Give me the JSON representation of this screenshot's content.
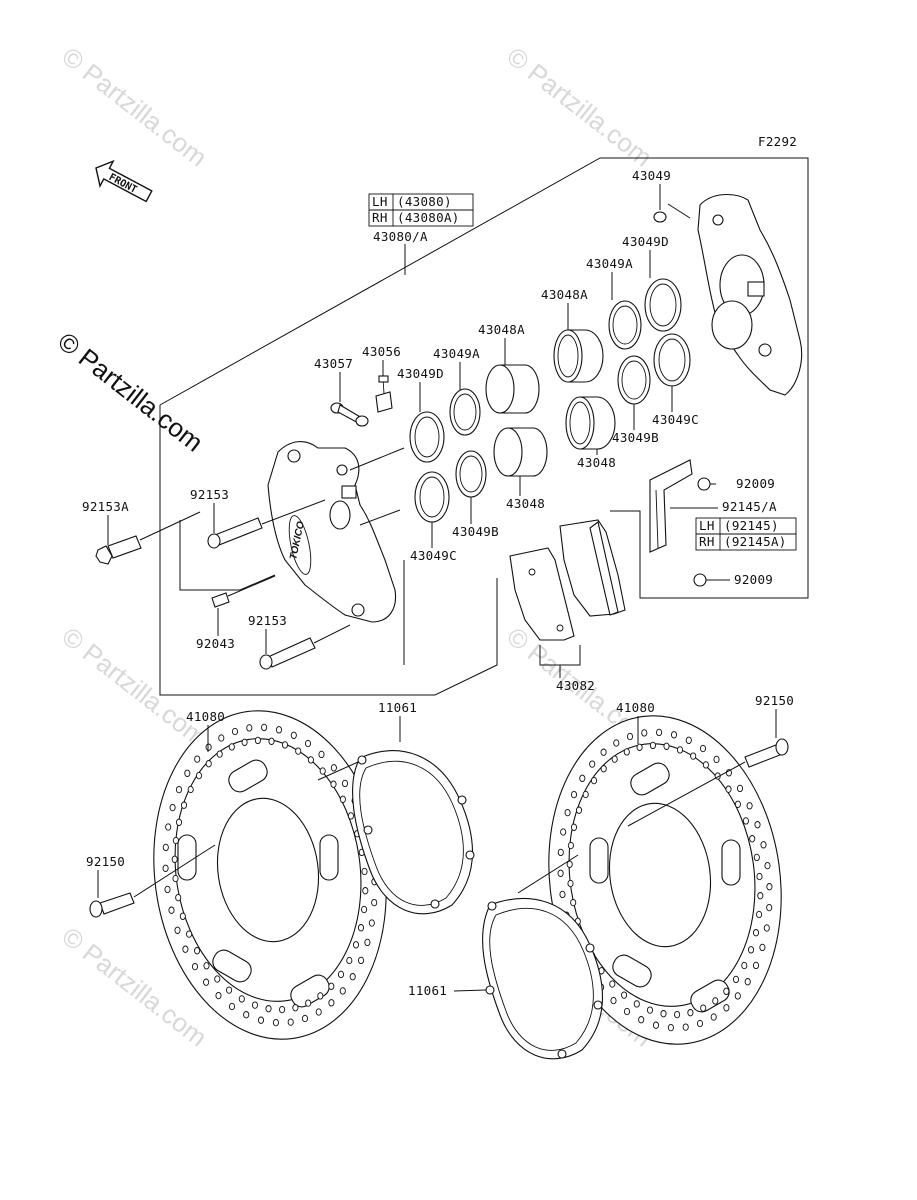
{
  "diagram": {
    "figure_code": "F2292",
    "front_label": "FRONT",
    "watermark": "© Partzilla.com"
  },
  "callouts": {
    "c43049": "43049",
    "c43049D_right": "43049D",
    "c43049A_right": "43049A",
    "c43048A_right": "43048A",
    "c43048A_mid": "43048A",
    "c43049A_mid": "43049A",
    "c43049D_left": "43049D",
    "c43056": "43056",
    "c43057": "43057",
    "c43049C_right": "43049C",
    "c43049B_right": "43049B",
    "c43048_right": "43048",
    "c43048_mid": "43048",
    "c43049B_mid": "43049B",
    "c43049C_left": "43049C",
    "c43080A": "43080/A",
    "c92153A": "92153A",
    "c92153_top": "92153",
    "c92153_bot": "92153",
    "c92043": "92043",
    "c92009_top": "92009",
    "c92009_bot": "92009",
    "c92145A": "92145/A",
    "c43082": "43082",
    "c41080_left": "41080",
    "c41080_right": "41080",
    "c11061_top": "11061",
    "c11061_bot": "11061",
    "c92150_left": "92150",
    "c92150_right": "92150"
  },
  "side_tables": {
    "caliper": {
      "rows": [
        {
          "side": "LH",
          "part": "(43080)"
        },
        {
          "side": "RH",
          "part": "(43080A)"
        }
      ]
    },
    "bracket": {
      "rows": [
        {
          "side": "LH",
          "part": "(92145)"
        },
        {
          "side": "RH",
          "part": "(92145A)"
        }
      ]
    }
  },
  "caliper_brand": "TOKICO"
}
